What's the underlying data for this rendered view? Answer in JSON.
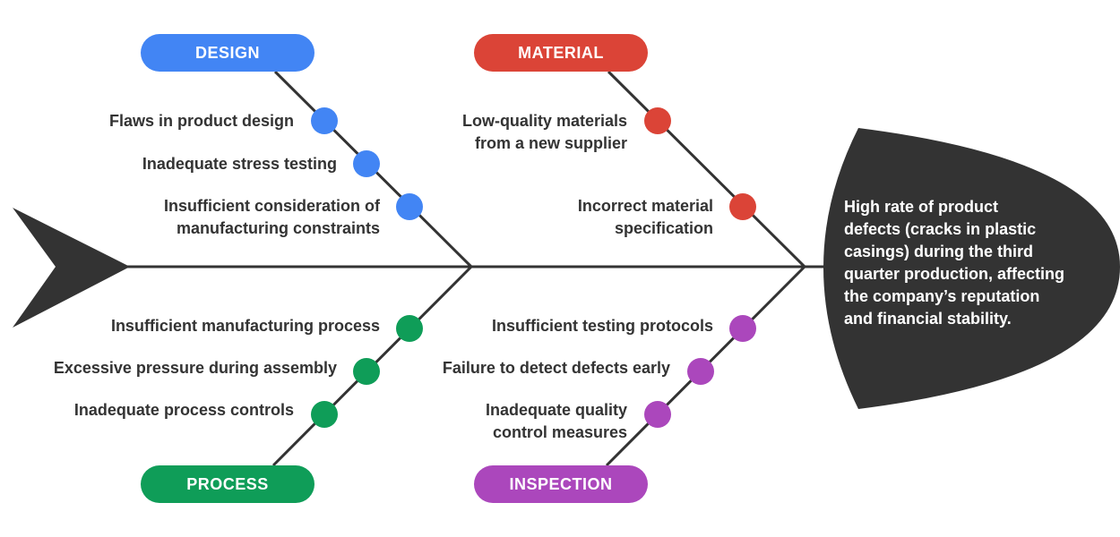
{
  "colors": {
    "design": "#4285f4",
    "material": "#db4437",
    "process": "#0f9d58",
    "inspection": "#ab47bc",
    "spine": "#333333",
    "text": "#333333"
  },
  "effect": {
    "text": "High rate of product\ndefects (cracks in plastic\ncasings) during the third\nquarter production, affecting\nthe company’s reputation\nand financial stability."
  },
  "categories": {
    "design": {
      "label": "DESIGN",
      "causes": [
        "Flaws in product design",
        "Inadequate stress testing",
        "Insufficient consideration of\nmanufacturing constraints"
      ]
    },
    "material": {
      "label": "MATERIAL",
      "causes": [
        "Low-quality materials\nfrom a new supplier",
        "Incorrect material\nspecification"
      ]
    },
    "process": {
      "label": "PROCESS",
      "causes": [
        "Insufficient manufacturing process",
        "Excessive pressure during assembly",
        "Inadequate process controls"
      ]
    },
    "inspection": {
      "label": "INSPECTION",
      "causes": [
        "Insufficient testing protocols",
        "Failure to detect defects early",
        "Inadequate quality\ncontrol measures"
      ]
    }
  }
}
